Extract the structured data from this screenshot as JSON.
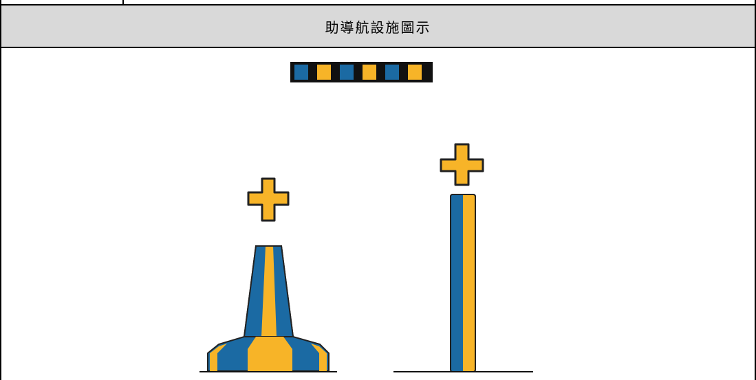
{
  "header": {
    "title": "助導航設施圖示"
  },
  "colors": {
    "blue": "#1b6aa3",
    "yellow": "#f7b428",
    "outline": "#222222",
    "header_bg": "#d9d9d9"
  },
  "figure": {
    "pattern_band": [
      "blue",
      "yellow",
      "blue",
      "yellow",
      "blue",
      "yellow"
    ],
    "icons": [
      "cross-topmark-icon",
      "conical-buoy-icon",
      "cross-topmark-icon",
      "pillar-beacon-icon"
    ]
  }
}
